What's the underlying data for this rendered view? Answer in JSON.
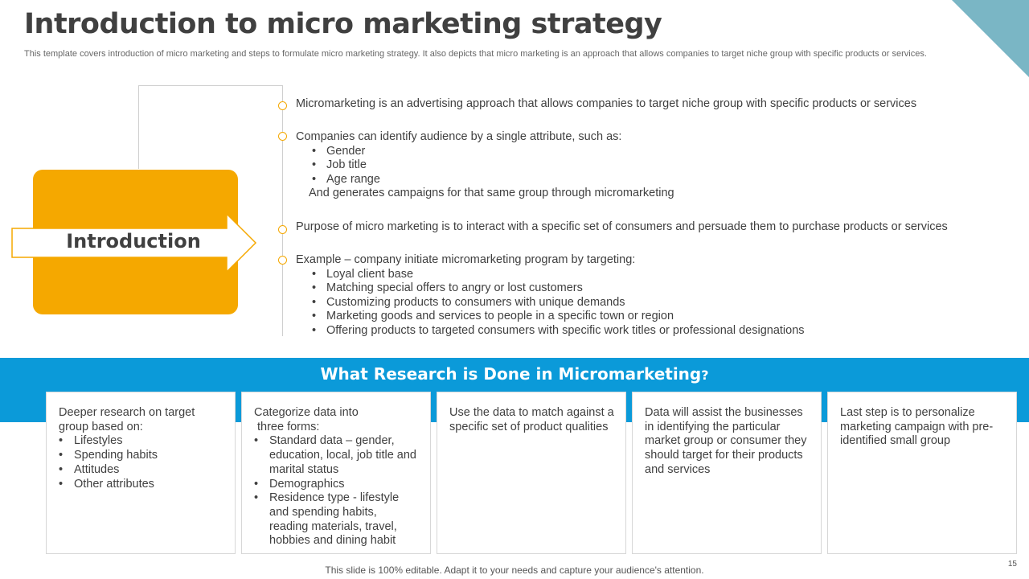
{
  "slide": {
    "title": "Introduction to micro marketing strategy",
    "subtitle": "This template covers introduction of micro marketing and steps to formulate micro marketing strategy. It also depicts that micro marketing is an approach that allows companies to target niche group with specific products or services.",
    "intro_label": "Introduction",
    "colors": {
      "accent_orange": "#f5a800",
      "accent_blue": "#0b9ad9",
      "corner_teal": "#7ab6c5"
    }
  },
  "points": [
    {
      "text": "Micromarketing is an advertising approach that allows companies to target niche group with specific products or services"
    },
    {
      "text": "Companies can identify audience by a single attribute, such as:",
      "items": [
        "Gender",
        "Job title",
        "Age range"
      ],
      "tail": "And generates campaigns for that same group through micromarketing"
    },
    {
      "text": "Purpose of micro marketing is to interact with a specific set of consumers and persuade them to purchase products or services"
    },
    {
      "text": "Example – company initiate micromarketing program by targeting:",
      "items": [
        "Loyal client base",
        "Matching special offers to angry or lost customers",
        "Customizing products to consumers with unique demands",
        "Marketing goods and services to people in a specific town or region",
        "Offering products to targeted consumers with specific work titles or professional designations"
      ]
    }
  ],
  "research": {
    "title": "What Research is Done in Micromarketing",
    "title_mark": "?",
    "cards": [
      {
        "text": "Deeper research on target group based on:",
        "items": [
          "Lifestyles",
          "Spending habits",
          "Attitudes",
          "Other attributes"
        ]
      },
      {
        "text": "Categorize data into",
        "text2": "three forms:",
        "items": [
          "Standard data – gender, education, local, job title and marital status",
          "Demographics",
          "Residence type - lifestyle and spending habits, reading materials, travel, hobbies and dining habit"
        ]
      },
      {
        "text": "Use the data to match against a specific set of product qualities"
      },
      {
        "text": "Data will assist the businesses in identifying the particular market group or consumer they should target for their products and services"
      },
      {
        "text": "Last step is to personalize marketing campaign with pre-identified small group"
      }
    ]
  },
  "footer": {
    "note": "This slide is 100% editable. Adapt it to your needs and capture your audience's attention.",
    "page_number": "15"
  }
}
